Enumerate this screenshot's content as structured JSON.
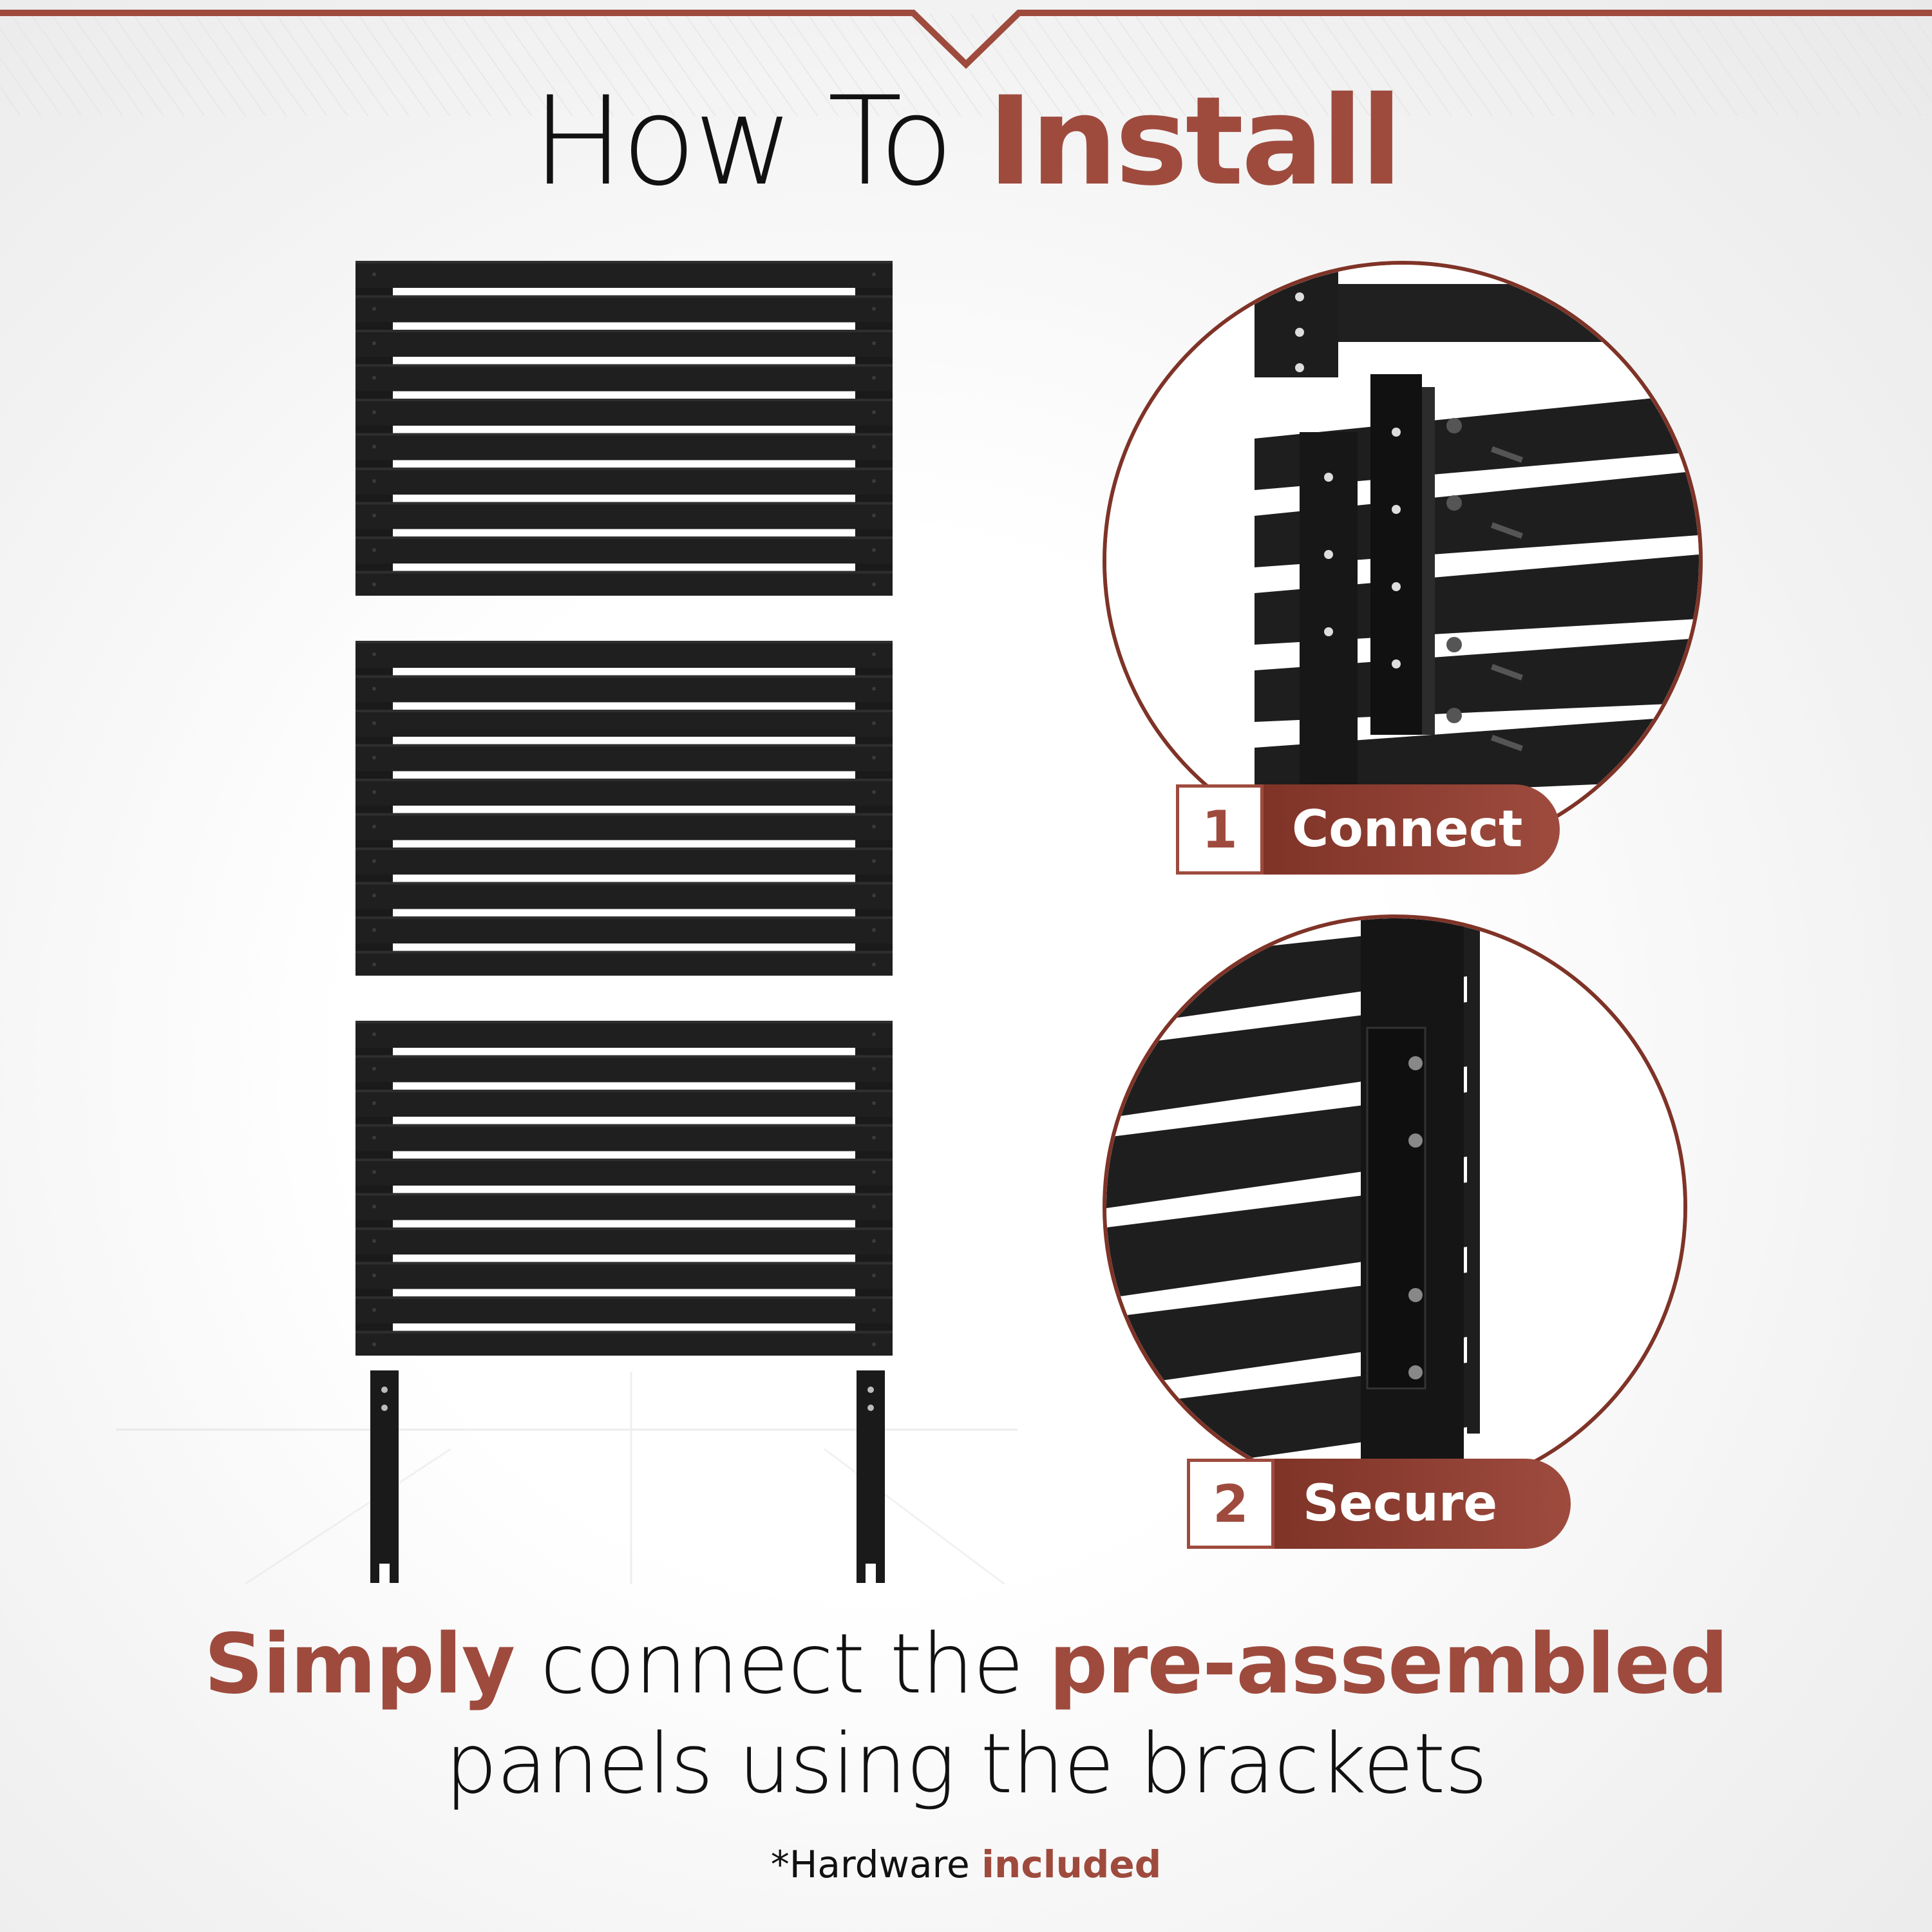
{
  "header": {
    "title_light": "How To",
    "title_bold": "Install"
  },
  "steps": [
    {
      "number": "1",
      "label": "Connect"
    },
    {
      "number": "2",
      "label": "Secure"
    }
  ],
  "caption": {
    "line1_bold_a": "Simply",
    "line1_normal": "connect the",
    "line1_bold_b": "pre-assembled",
    "line2": "panels using the brackets"
  },
  "footnote": {
    "normal": "*Hardware",
    "bold": "included"
  },
  "colors": {
    "accent": "#9e4b3e",
    "accent_dark": "#7f3327",
    "panel": "#1c1c1c"
  }
}
